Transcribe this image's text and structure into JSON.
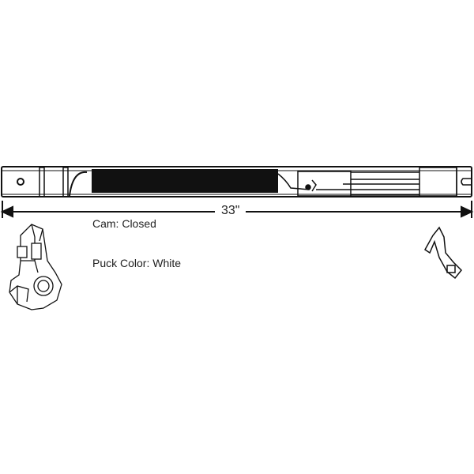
{
  "dimension": {
    "length_label": "33\""
  },
  "specs": {
    "cam": "Cam: Closed",
    "puck_color": "Puck Color: White"
  },
  "colors": {
    "line": "#111111",
    "background": "#ffffff"
  }
}
